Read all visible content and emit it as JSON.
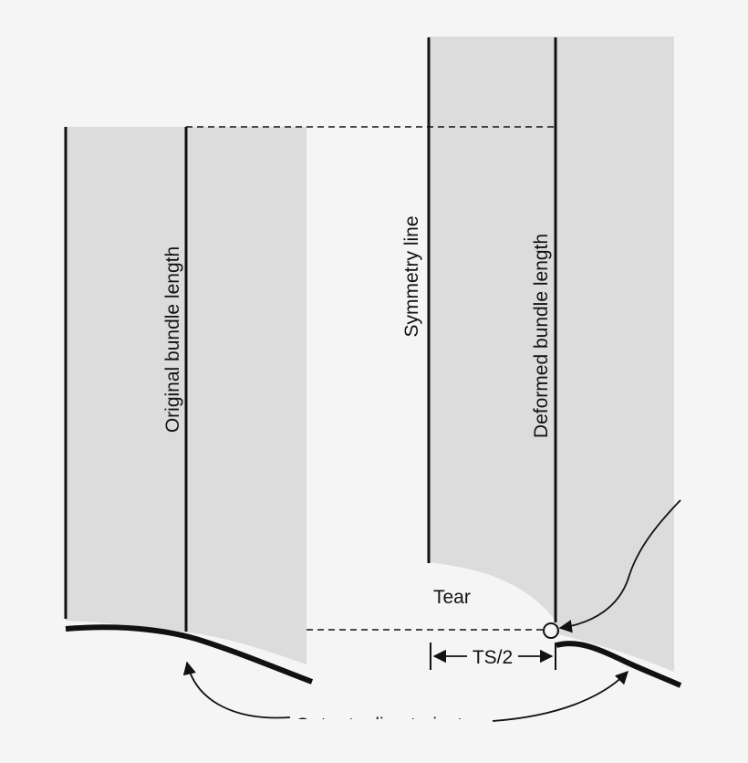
{
  "diagram": {
    "colors": {
      "background": "#f5f5f5",
      "shade": "#dcdcdd",
      "ink": "#111111"
    },
    "labels": {
      "original_bundle_length": "Original bundle length",
      "symmetry_line": "Symmetry line",
      "deformed_bundle_length": "Deformed bundle length",
      "tear": "Tear",
      "ts_half": "TS/2",
      "bottom_caption_partial": "Outer tooling trajectory"
    }
  }
}
